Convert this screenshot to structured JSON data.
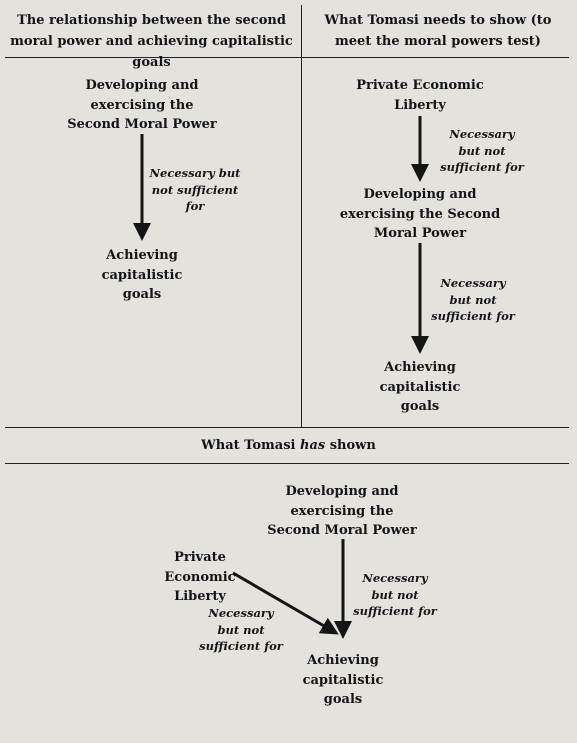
{
  "headers": {
    "left": "The relationship between the second moral power and achieving capitalistic goals",
    "right": "What Tomasi needs to show (to meet the moral powers test)",
    "middle_prefix": "What Tomasi ",
    "middle_italic": "has",
    "middle_suffix": " shown"
  },
  "panel_left": {
    "node_top": "Developing and exercising the Second Moral Power",
    "note": "Necessary but not sufficient for",
    "node_bottom": "Achieving capitalistic goals"
  },
  "panel_right": {
    "node_top": "Private Economic Liberty",
    "note_1": "Necessary but not sufficient for",
    "node_middle": "Developing and exercising the Second Moral Power",
    "note_2": "Necessary but not sufficient for",
    "node_bottom": "Achieving capitalistic goals"
  },
  "panel_bottom": {
    "node_top": "Developing and exercising the Second Moral Power",
    "node_left": "Private Economic Liberty",
    "note_left": "Necessary but not sufficient for",
    "note_right": "Necessary but not sufficient for",
    "node_bottom": "Achieving capitalistic goals"
  }
}
